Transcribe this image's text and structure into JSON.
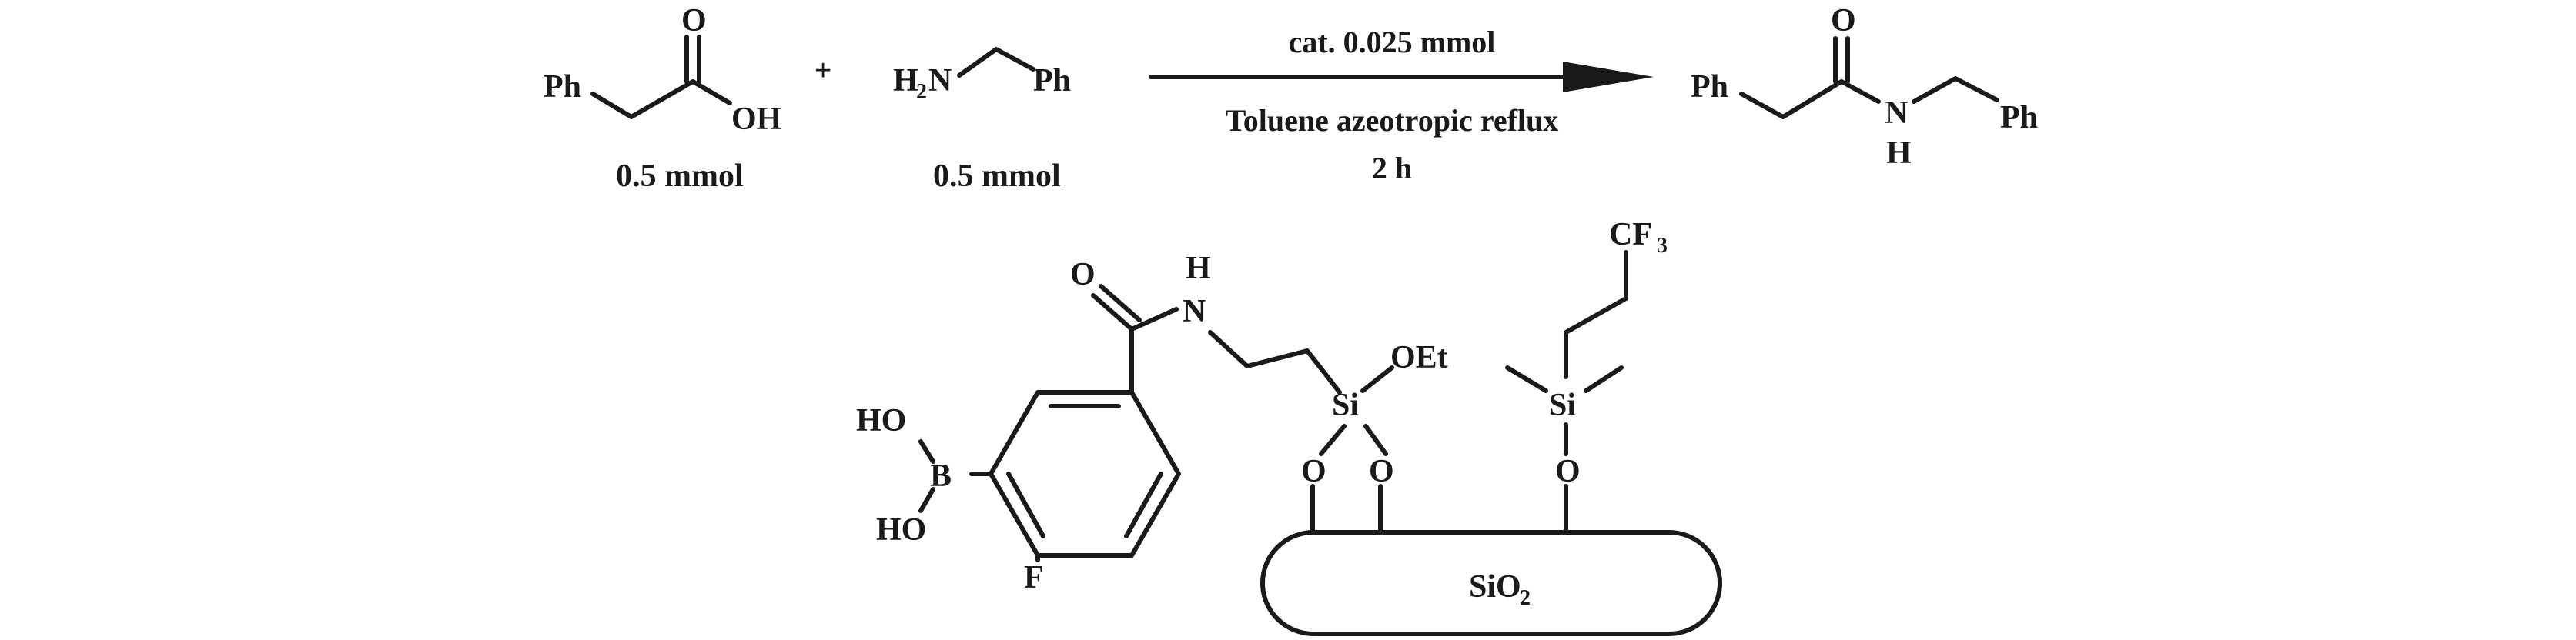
{
  "reaction": {
    "acid": {
      "ph_label": "Ph",
      "o_label": "O",
      "oh_label": "OH",
      "amount": "0.5 mmol"
    },
    "plus": "+",
    "amine": {
      "h2n_h": "H",
      "h2n_sub": "2",
      "h2n_n": "N",
      "ph_label": "Ph",
      "amount": "0.5 mmol"
    },
    "conditions": {
      "catalyst": "cat. 0.025 mmol",
      "solvent": "Toluene azeotropic reflux",
      "time": "2 h"
    },
    "product": {
      "ph_left": "Ph",
      "o_label": "O",
      "n_label": "N",
      "h_label": "H",
      "ph_right": "Ph"
    }
  },
  "catalyst_structure": {
    "carbonyl_o": "O",
    "amide_h": "H",
    "amide_n": "N",
    "boron_ho_top": "HO",
    "boron_b": "B",
    "boron_ho_bottom": "HO",
    "fluoro_f": "F",
    "si1_label": "Si",
    "si1_oet": "OEt",
    "si1_o_left": "O",
    "si1_o_right": "O",
    "cf3_cf": "CF",
    "cf3_sub": "3",
    "si2_label": "Si",
    "si2_o": "O",
    "support_si": "SiO",
    "support_sub": "2"
  }
}
